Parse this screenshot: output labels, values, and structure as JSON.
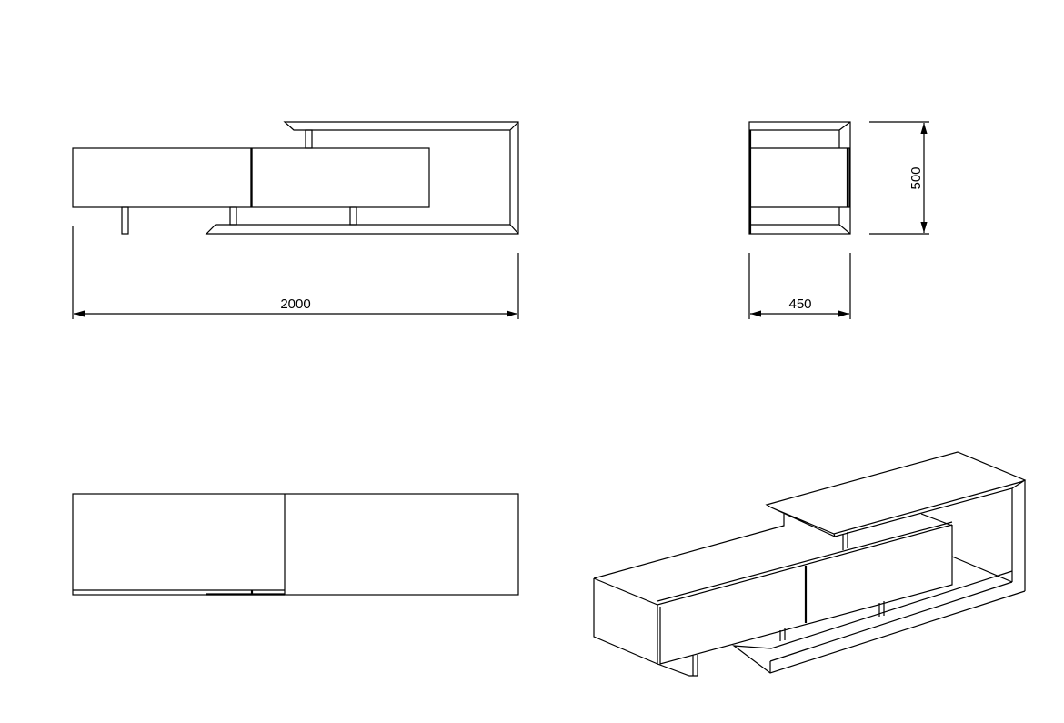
{
  "drawing": {
    "front_view": {
      "width_dimension": "2000"
    },
    "side_view": {
      "depth_dimension": "450",
      "height_dimension": "500"
    },
    "colors": {
      "line": "#000000",
      "background": "#ffffff"
    }
  }
}
